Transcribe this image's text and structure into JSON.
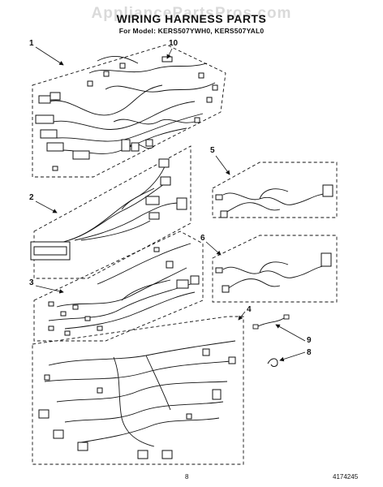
{
  "header": {
    "title": "WIRING HARNESS PARTS",
    "subtitle": "For Model: KERS507YWH0, KERS507YAL0",
    "watermark": "AppliancePartsPros.com"
  },
  "callouts": [
    "1",
    "10",
    "2",
    "5",
    "6",
    "3",
    "4",
    "9",
    "8"
  ],
  "footer": {
    "page_number": "8",
    "doc_number": "4174245"
  }
}
